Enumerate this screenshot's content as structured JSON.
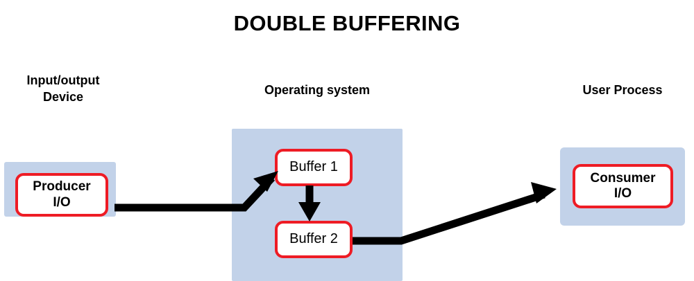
{
  "diagram": {
    "title": "DOUBLE BUFFERING",
    "background_color": "#ffffff",
    "panel_color": "#c2d2e9",
    "box_border_color": "#ee1c25",
    "box_fill_color": "#ffffff",
    "arrow_color": "#000000",
    "text_color": "#000000"
  },
  "captions": {
    "io_device_line1": "Input/output",
    "io_device_line2": "Device",
    "operating_system": "Operating system",
    "user_process": "User Process"
  },
  "nodes": {
    "producer_line1": "Producer",
    "producer_line2": "I/O",
    "buffer1": "Buffer 1",
    "buffer2": "Buffer 2",
    "consumer_line1": "Consumer",
    "consumer_line2": "I/O"
  },
  "flow": [
    {
      "from": "Producer I/O",
      "to": "Buffer 1",
      "label": ""
    },
    {
      "from": "Buffer 1",
      "to": "Buffer 2",
      "label": ""
    },
    {
      "from": "Buffer 2",
      "to": "Consumer I/O",
      "label": ""
    }
  ]
}
